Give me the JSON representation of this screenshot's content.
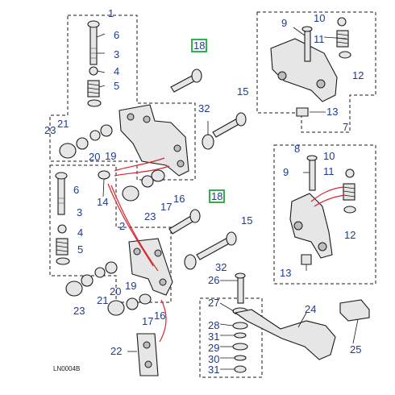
{
  "diagram": {
    "reference_code": "LN0004B",
    "highlight_color": "#2db34a",
    "callout_color": "#1f3b8f",
    "wire_color": "#d8252b",
    "callouts": {
      "c1": "1",
      "c6a": "6",
      "c3a": "3",
      "c4a": "4",
      "c5a": "5",
      "c18a": "18",
      "c32a": "32",
      "c15a": "15",
      "c23a": "23",
      "c21a": "21",
      "c20a": "20",
      "c19a": "19",
      "c17a": "17",
      "c16a": "16",
      "c14": "14",
      "c23b": "23",
      "c6b": "6",
      "c3b": "3",
      "c4b": "4",
      "c5b": "5",
      "c2": "2",
      "c18b": "18",
      "c15b": "15",
      "c32b": "32",
      "c20b": "20",
      "c19b": "19",
      "c21b": "21",
      "c23c": "23",
      "c16b": "16",
      "c17b": "17",
      "c22": "22",
      "c9a": "9",
      "c10a": "10",
      "c11a": "11",
      "c12a": "12",
      "c13a": "13",
      "c7": "7",
      "c8": "8",
      "c10b": "10",
      "c9b": "9",
      "c11b": "11",
      "c12b": "12",
      "c13b": "13",
      "c26": "26",
      "c27": "27",
      "c28": "28",
      "c31a": "31",
      "c29": "29",
      "c30": "30",
      "c31b": "31",
      "c24": "24",
      "c25": "25"
    }
  }
}
